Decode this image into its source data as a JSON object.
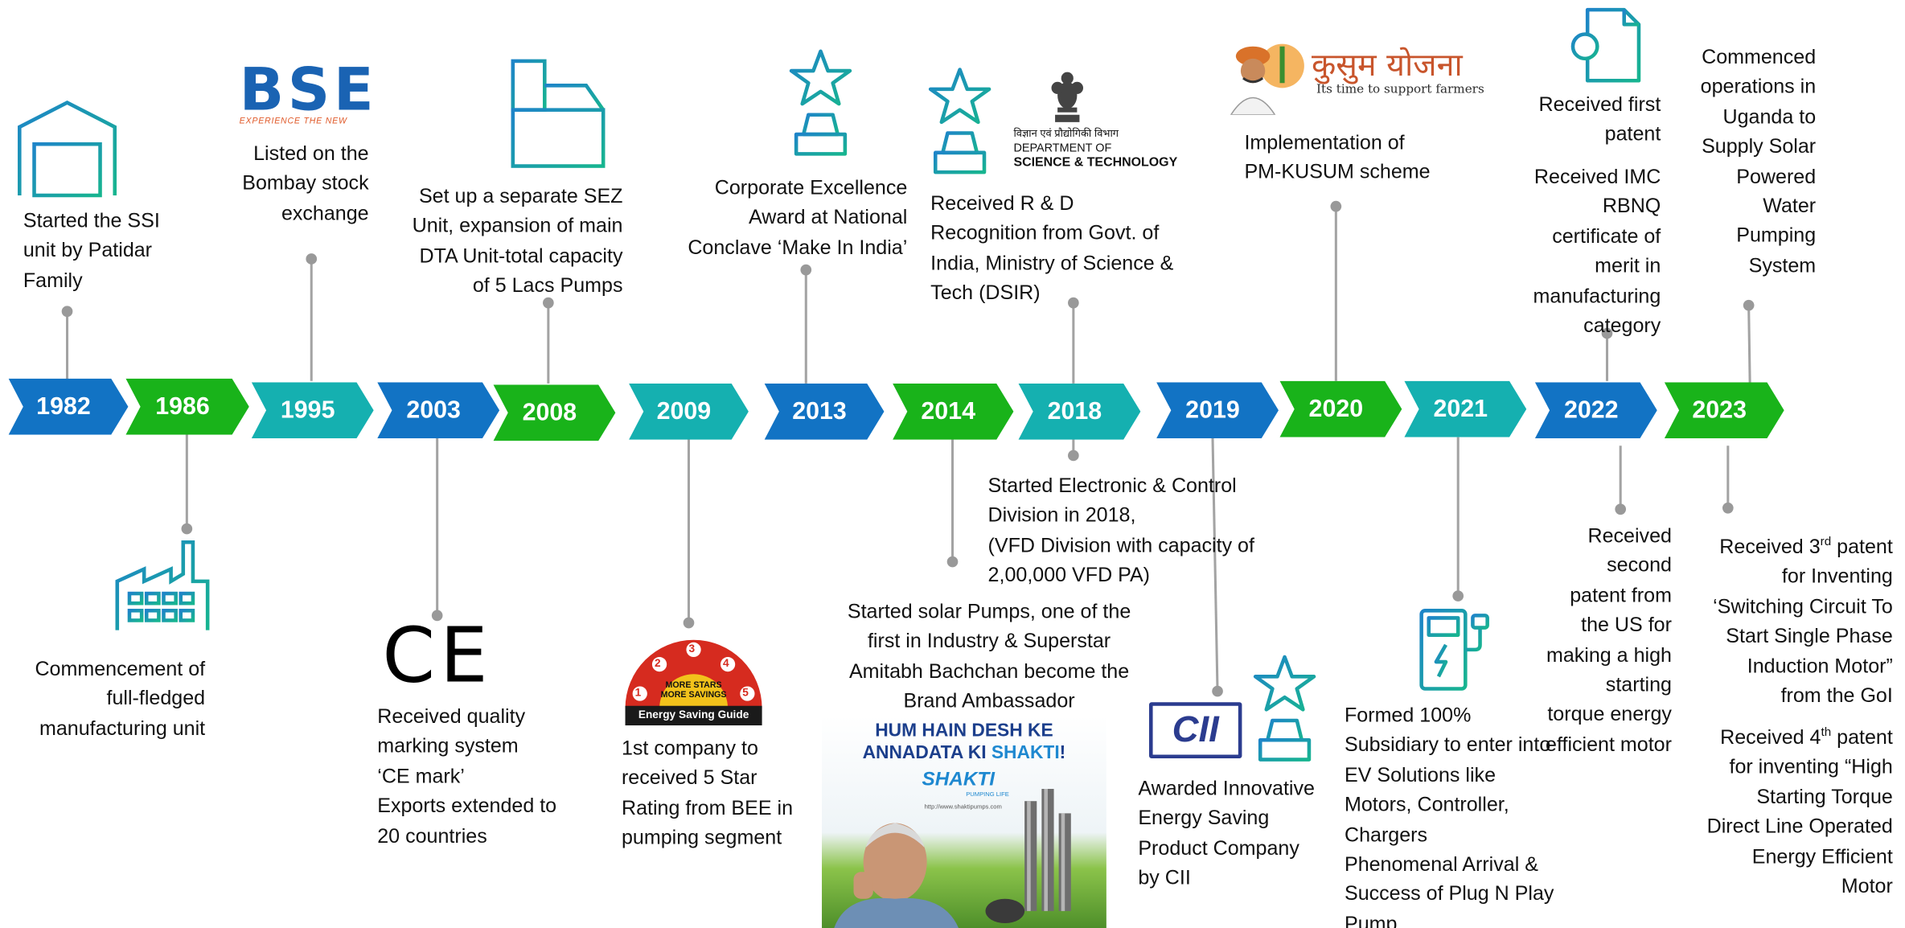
{
  "years": [
    "1982",
    "1986",
    "1995",
    "2003",
    "2008",
    "2009",
    "2013",
    "2014",
    "2018",
    "2019",
    "2020",
    "2021",
    "2022",
    "2023"
  ],
  "colors": {
    "blue": "#1273c4",
    "green": "#19b31a",
    "teal": "#15b0b0",
    "line": "#a3a3a3",
    "dot": "#999999"
  },
  "events": {
    "e1982": [
      "Started the SSI",
      "unit by Patidar",
      "Family"
    ],
    "e1986": [
      "Commencement of",
      "full-fledged",
      "manufacturing unit"
    ],
    "e1995": [
      "Listed on the",
      "Bombay stock",
      "exchange"
    ],
    "e2003": [
      "Received quality",
      "marking system",
      "‘CE mark’",
      "Exports extended to",
      "20 countries"
    ],
    "e2008": [
      "Set up a separate SEZ",
      "Unit, expansion of main",
      "DTA Unit-total capacity",
      "of 5 Lacs Pumps"
    ],
    "e2009": [
      "1st company to",
      "received 5 Star",
      "Rating from BEE in",
      "pumping segment"
    ],
    "e2013": [
      "Corporate Excellence",
      "Award at National",
      "Conclave ‘Make In India’"
    ],
    "e2014": [
      "Started solar Pumps, one of the",
      "first in Industry & Superstar",
      "Amitabh Bachchan become the",
      "Brand Ambassador"
    ],
    "e2018a": [
      "Received R & D",
      "Recognition from Govt. of",
      "India, Ministry of Science &",
      "Tech (DSIR)"
    ],
    "e2018b": [
      "Started Electronic & Control",
      "Division in 2018,",
      "(VFD Division with capacity of",
      "2,00,000 VFD PA)"
    ],
    "e2019": [
      "Awarded Innovative",
      "Energy Saving",
      "Product Company",
      "by CII"
    ],
    "e2020": [
      "Implementation of",
      "PM-KUSUM scheme"
    ],
    "e2021": [
      "Formed 100%",
      "Subsidiary to enter into",
      "EV Solutions like",
      "Motors, Controller,",
      "Chargers",
      "Phenomenal Arrival &",
      "Success of Plug N Play",
      "Pump"
    ],
    "e2022a": [
      "Received first",
      "patent"
    ],
    "e2022b": [
      "Received IMC",
      "RBNQ",
      "certificate of",
      "merit in",
      "manufacturing",
      "category"
    ],
    "e2022c": [
      "Received",
      "second",
      "patent from",
      "the US for",
      "making a high",
      "starting",
      "torque energy",
      "efficient motor"
    ],
    "e2023a": [
      "Commenced",
      "operations in",
      "Uganda to",
      "Supply Solar",
      "Powered",
      "Water",
      "Pumping",
      "System"
    ],
    "e2023b_1": "Received 3",
    "e2023b_sup": "rd",
    "e2023b_2": " patent",
    "e2023b_rest": [
      "for Inventing",
      "‘Switching Circuit To",
      "Start Single Phase",
      "Induction Motor”",
      "from the GoI"
    ],
    "e2023c_1": "Received 4",
    "e2023c_sup": "th",
    "e2023c_2": " patent",
    "e2023c_rest": [
      "for inventing “High",
      "Starting Torque",
      "Direct Line Operated",
      "Energy Efficient",
      "Motor"
    ]
  },
  "logos": {
    "bse": "BSE",
    "bse_tag": "EXPERIENCE THE NEW",
    "ce": "CE",
    "bee_top": "MORE STARS",
    "bee_mid": "MORE SAVINGS",
    "bee_bottom": "Energy Saving Guide",
    "bee_stars": [
      "1",
      "2",
      "3",
      "4",
      "5"
    ],
    "dst_hindi": "विज्ञान एवं प्रौद्योगिकी विभाग",
    "dst_line1": "DEPARTMENT OF",
    "dst_line2": "SCIENCE & TECHNOLOGY",
    "kusum_title": "कुसुम योजना",
    "kusum_tag": "Its time to support farmers",
    "cii": "CII",
    "ad_line1": "HUM HAIN DESH KE",
    "ad_line2a": "ANNADATA KI ",
    "ad_line2b": "SHAKTI",
    "ad_line2c": "!",
    "ad_brand": "SHAKTI",
    "ad_brand_tag": "PUMPING LIFE",
    "ad_url": "http://www.shaktipumps.com"
  }
}
